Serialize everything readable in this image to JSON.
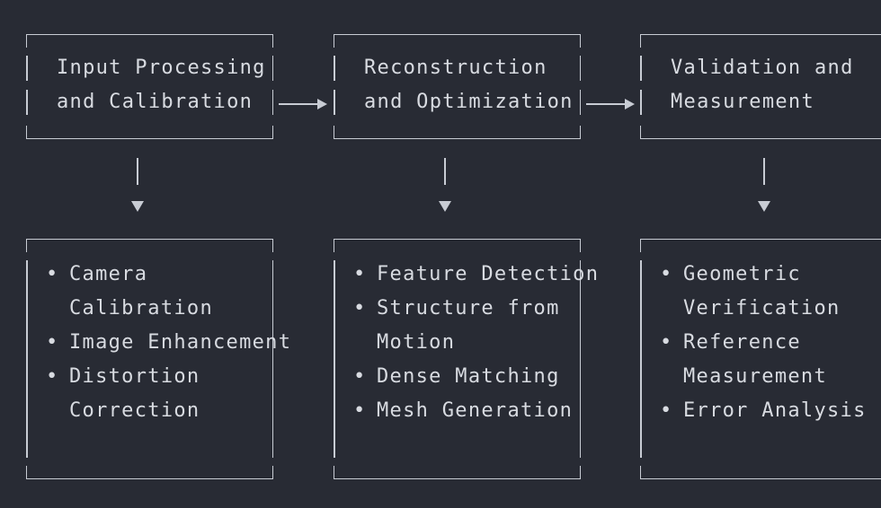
{
  "stages": [
    {
      "title_lines": [
        "Input Processing",
        "and Calibration"
      ],
      "items": [
        "Camera Calibration",
        "Image Enhancement",
        "Distortion Correction"
      ]
    },
    {
      "title_lines": [
        "Reconstruction",
        "and Optimization"
      ],
      "items": [
        "Feature Detection",
        "Structure from Motion",
        "Dense Matching",
        "Mesh Generation"
      ]
    },
    {
      "title_lines": [
        "Validation and",
        "Measurement"
      ],
      "items": [
        "Geometric Verification",
        "Reference Measurement",
        "Error Analysis"
      ]
    }
  ],
  "bullet_char": "•",
  "colors": {
    "background": "#282b34",
    "line": "#c8ccd4",
    "text": "#d8dbe1"
  }
}
